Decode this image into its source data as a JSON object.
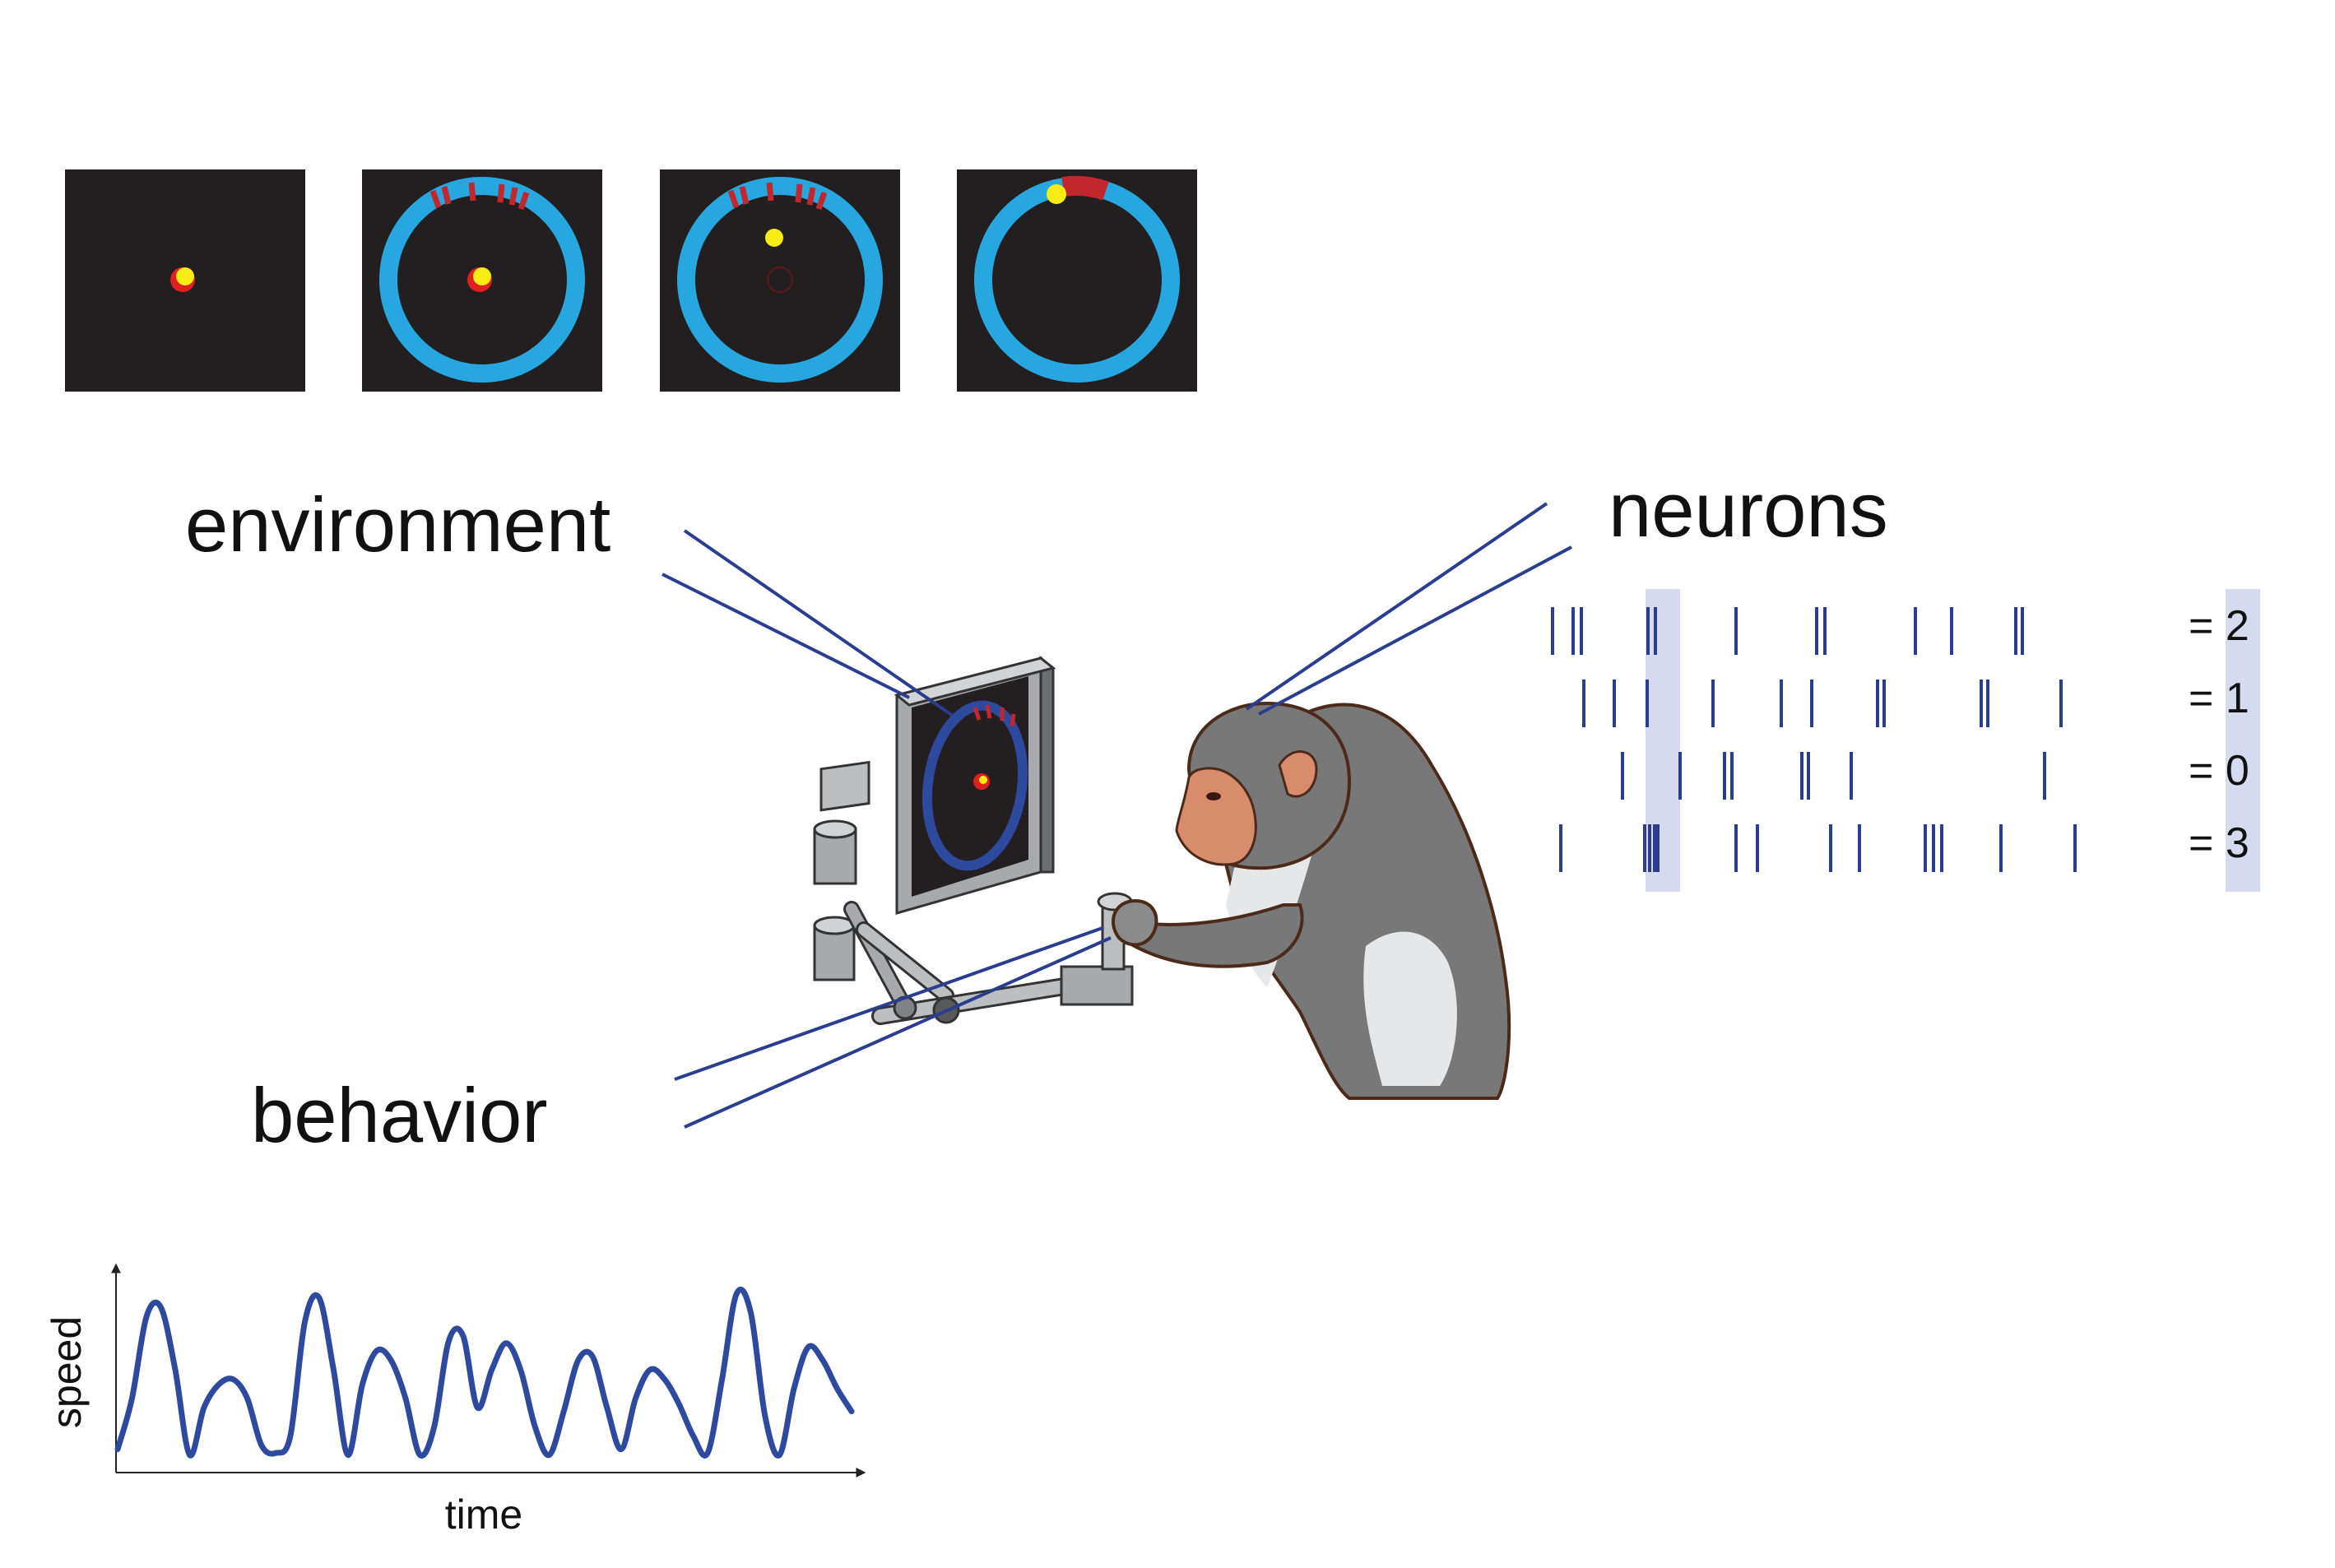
{
  "labels": {
    "environment": "environment",
    "neurons": "neurons",
    "behavior": "behavior"
  },
  "task_panels": [
    {
      "ring": false,
      "ring_marks": "none",
      "cursor": "center",
      "target": "center"
    },
    {
      "ring": true,
      "ring_marks": "stripes",
      "cursor": "center",
      "target": "center"
    },
    {
      "ring": true,
      "ring_marks": "stripes",
      "cursor": "upper",
      "target": "faded"
    },
    {
      "ring": true,
      "ring_marks": "block",
      "cursor": "ring-top",
      "target": "none"
    }
  ],
  "colors": {
    "panel_bg": "#231f20",
    "ring": "#27a7e0",
    "target": "#e02020",
    "cursor": "#f7ec13",
    "ring_mark": "#c1272d",
    "line": "#2b3d8f",
    "spike": "#2b3d8f",
    "highlight": "#d5daee",
    "speed_trace": "#2e4a9e"
  },
  "spike_raster": {
    "rows": [
      {
        "count_label": "= 2"
      },
      {
        "count_label": "= 1"
      },
      {
        "count_label": "= 0"
      },
      {
        "count_label": "= 3"
      }
    ]
  },
  "chart_data": {
    "type": "line",
    "title": "",
    "xlabel": "time",
    "ylabel": "speed",
    "series": [
      {
        "values": [
          0.08,
          0.35,
          0.78,
          0.83,
          0.5,
          0.05,
          0.3,
          0.42,
          0.45,
          0.35,
          0.1,
          0.06,
          0.15,
          0.75,
          0.88,
          0.5,
          0.05,
          0.42,
          0.6,
          0.55,
          0.35,
          0.05,
          0.2,
          0.65,
          0.68,
          0.3,
          0.5,
          0.64,
          0.5,
          0.2,
          0.05,
          0.28,
          0.55,
          0.57,
          0.3,
          0.08,
          0.35,
          0.5,
          0.45,
          0.32,
          0.15,
          0.06,
          0.45,
          0.9,
          0.8,
          0.25,
          0.05,
          0.4,
          0.62,
          0.55,
          0.4,
          0.28
        ]
      }
    ]
  }
}
